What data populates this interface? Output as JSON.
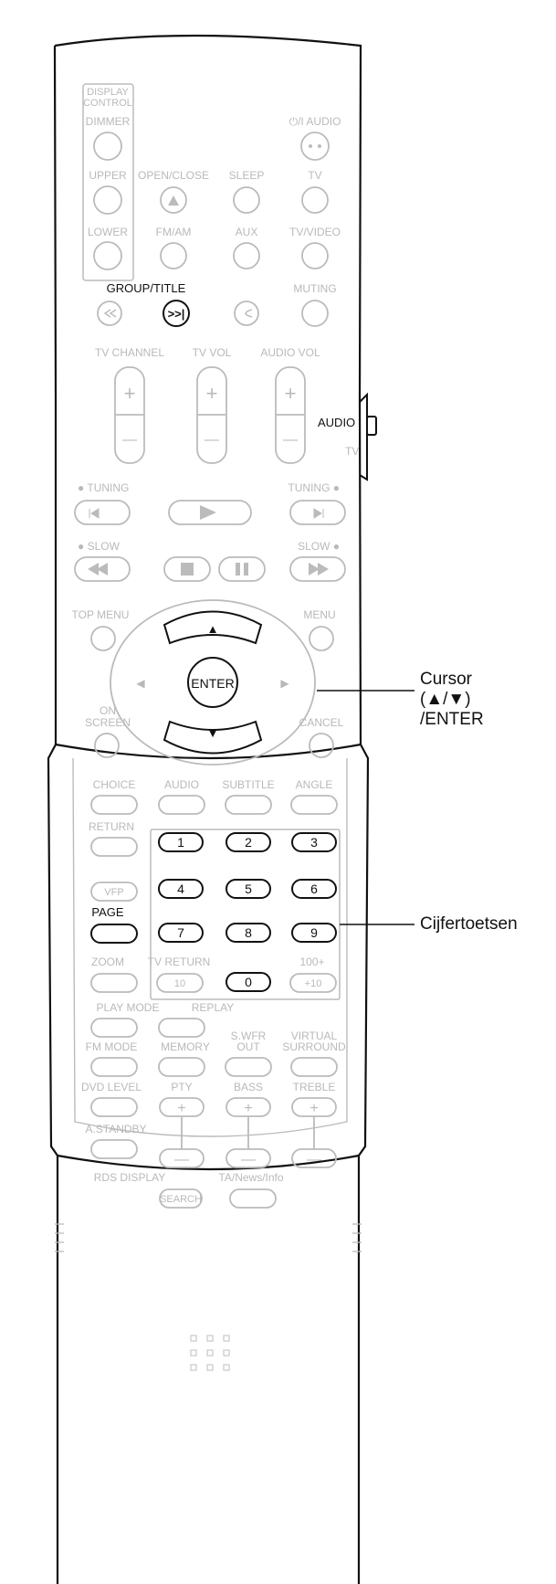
{
  "display_control": {
    "line1": "DISPLAY",
    "line2": "CONTROL",
    "dimmer": "DIMMER",
    "upper": "UPPER",
    "lower": "LOWER"
  },
  "top_buttons": {
    "power_audio": "⏻/I AUDIO",
    "open_close": "OPEN/CLOSE",
    "sleep": "SLEEP",
    "tv": "TV",
    "fm_am": "FM/AM",
    "aux": "AUX",
    "tv_video": "TV/VIDEO",
    "group_title": "GROUP/TITLE",
    "muting": "MUTING"
  },
  "rockers": {
    "tv_channel": "TV CHANNEL",
    "tv_vol": "TV VOL",
    "audio_vol": "AUDIO VOL",
    "plus": "+",
    "minus": "—"
  },
  "switch": {
    "audio": "AUDIO",
    "tv": "TV"
  },
  "transport": {
    "tuning_left": "● TUNING",
    "tuning_right": "TUNING ●",
    "slow_left": "● SLOW",
    "slow_right": "SLOW ●"
  },
  "nav": {
    "top_menu": "TOP MENU",
    "menu": "MENU",
    "on": "ON",
    "screen": "SCREEN",
    "cancel": "CANCEL",
    "enter": "ENTER",
    "up": "▲",
    "down": "▼",
    "left": "◀",
    "right": "▶"
  },
  "lower_labels": {
    "choice": "CHOICE",
    "audio": "AUDIO",
    "subtitle": "SUBTITLE",
    "angle": "ANGLE",
    "return": "RETURN",
    "vfp": "VFP",
    "page": "PAGE",
    "zoom": "ZOOM",
    "tv_return": "TV RETURN",
    "hundred_plus": "100+",
    "ten": "10",
    "plus_ten": "+10",
    "play_mode": "PLAY MODE",
    "replay": "REPLAY",
    "fm_mode": "FM MODE",
    "memory": "MEMORY",
    "swfr": "S.WFR",
    "out": "OUT",
    "virtual": "VIRTUAL",
    "surround": "SURROUND",
    "dvd_level": "DVD LEVEL",
    "pty": "PTY",
    "bass": "BASS",
    "treble": "TREBLE",
    "a_standby": "A.STANDBY",
    "rds_display": "RDS DISPLAY",
    "search": "SEARCH",
    "ta_news_info": "TA/News/Info"
  },
  "digits": [
    "1",
    "2",
    "3",
    "4",
    "5",
    "6",
    "7",
    "8",
    "9",
    "0"
  ],
  "callouts": {
    "cursor_line1": "Cursor",
    "cursor_line2": "(▲/▼)",
    "cursor_line3": "/ENTER",
    "digits": "Cijfertoetsen"
  }
}
